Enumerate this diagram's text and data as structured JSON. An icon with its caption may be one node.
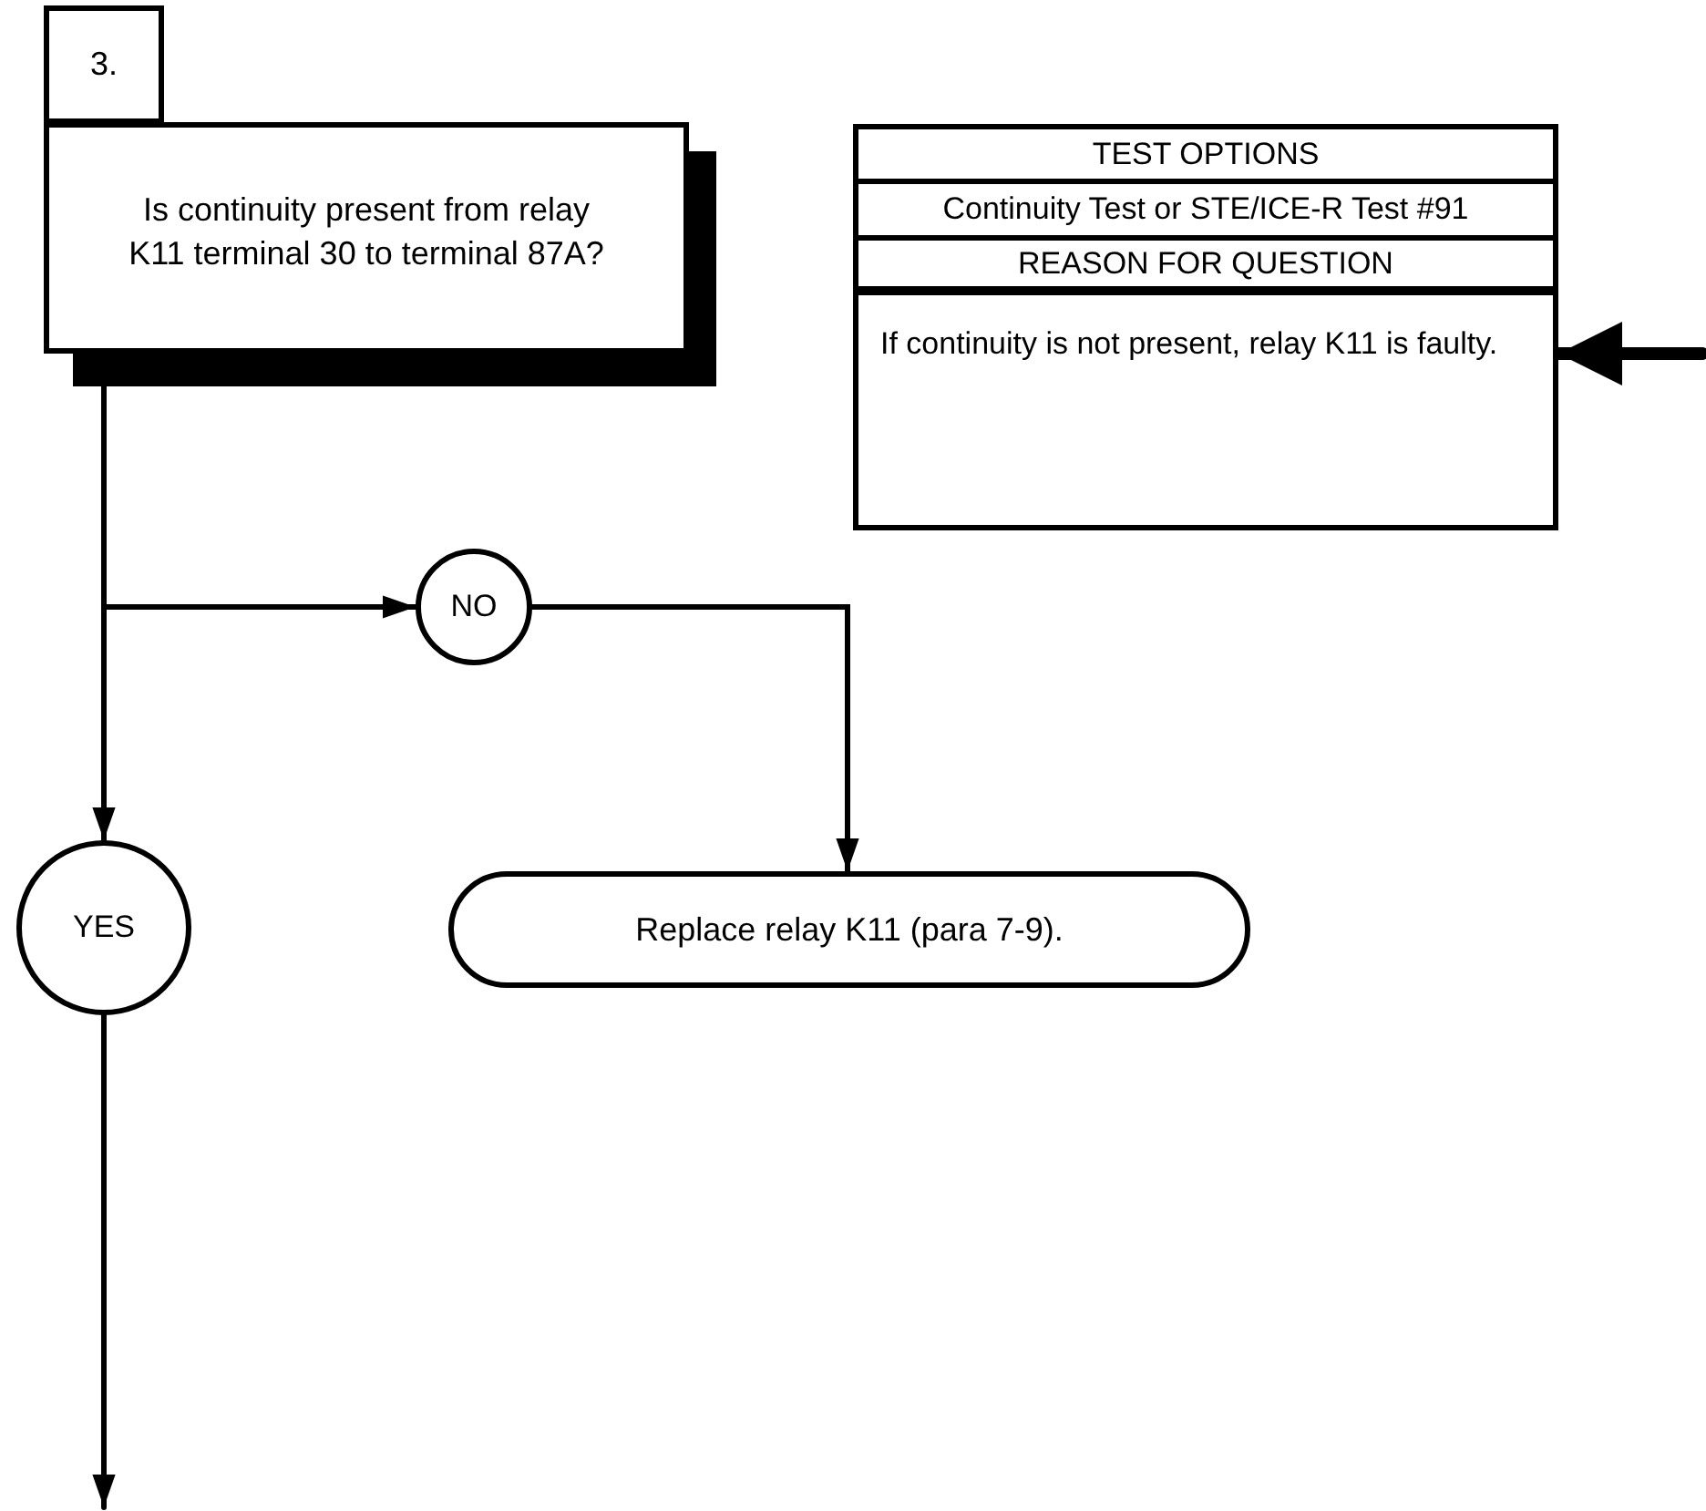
{
  "diagram": {
    "nodes": [
      {
        "text": [
          "3."
        ]
      },
      {
        "text": [
          "Is continuity present from relay K11 terminal 30 to terminal 87A?"
        ]
      },
      {
        "text": [
          "TEST OPTIONS",
          "Continuity Test or STE/ICE-R Test #91",
          "REASON FOR QUESTION",
          "If continuity is not present, relay K11 is faulty."
        ]
      },
      {
        "text": [
          "NO"
        ]
      },
      {
        "text": [
          "YES"
        ]
      },
      {
        "text": [
          "Replace relay K11 (para 7-9)."
        ]
      }
    ],
    "edges": [
      {
        "from": 1,
        "to": 3,
        "arrow": "to"
      },
      {
        "from": 1,
        "to": 4,
        "arrow": "to"
      },
      {
        "from": 3,
        "to": 5,
        "arrow": "to"
      },
      {
        "from": 4,
        "to": null,
        "arrow": "to"
      },
      {
        "from": null,
        "to": 2,
        "arrow": "to",
        "style": "thick"
      }
    ]
  }
}
